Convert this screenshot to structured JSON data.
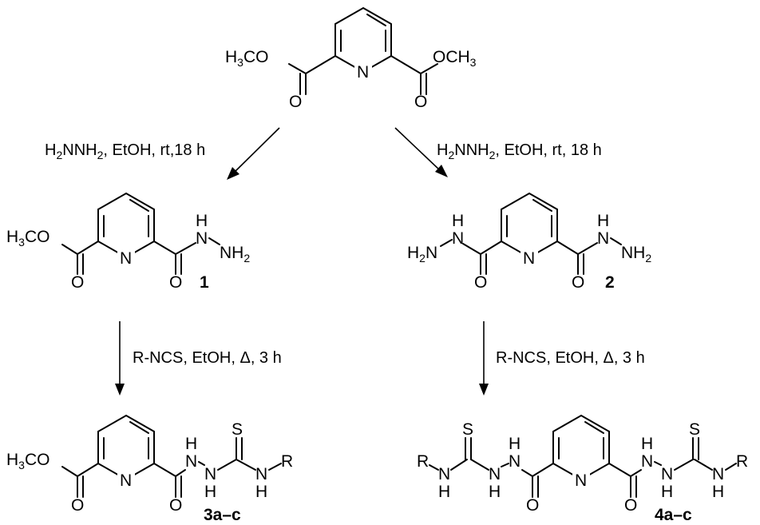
{
  "scheme": {
    "reagents": {
      "left_top": "H2NNH2, EtOH, rt,18 h",
      "right_top": "H2NNH2, EtOH, rt, 18 h",
      "left_bottom": "R-NCS, EtOH, Δ, 3 h",
      "right_bottom": "R-NCS, EtOH, Δ, 3 h"
    },
    "labels": {
      "compound_1": "1",
      "compound_2": "2",
      "compound_3": "3a–c",
      "compound_4": "4a–c"
    },
    "atoms": {
      "N": "N",
      "O": "O",
      "S": "S",
      "H": "H",
      "NH": "NH",
      "R": "R",
      "OCH3": "OCH3",
      "H3CO": "H3CO",
      "H2N": "H2N",
      "NH2": "NH2"
    }
  }
}
